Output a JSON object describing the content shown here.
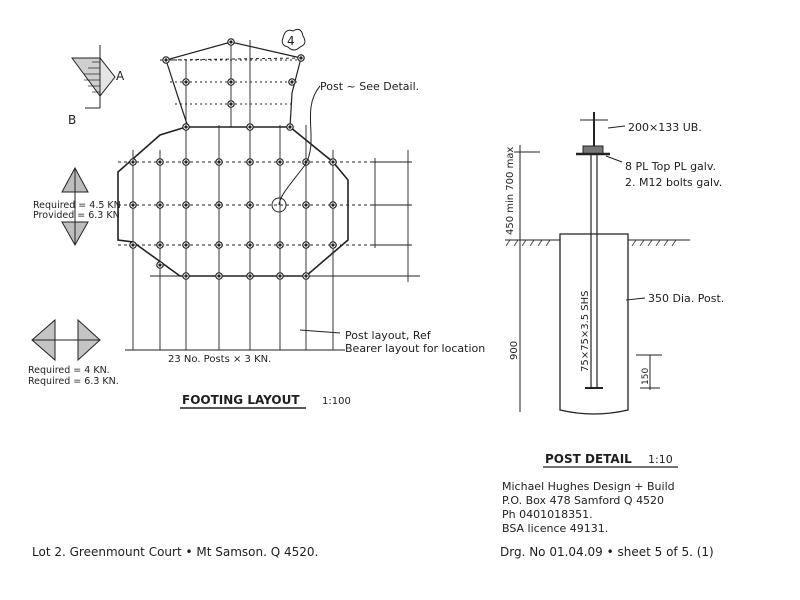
{
  "footing_layout": {
    "title": "FOOTING LAYOUT",
    "scale": "1:100",
    "marker": "4",
    "post_note": "Post ~ See Detail.",
    "layout_note_line1": "Post layout, Ref",
    "layout_note_line2": "Bearer layout for location",
    "posts_note": "23 No. Posts × 3 KN."
  },
  "section_labels": {
    "a": "A",
    "b": "B"
  },
  "vertical_load": {
    "required": "Required = 4.5 KN",
    "provided": "Provided = 6.3 KN"
  },
  "horizontal_load": {
    "required": "Required = 4 KN.",
    "provided": "Required = 6.3 KN."
  },
  "post_detail": {
    "title": "POST DETAIL",
    "scale": "1:10",
    "beam": "200×133 UB.",
    "plate_line1": "8 PL Top PL galv.",
    "plate_line2": "2. M12 bolts galv.",
    "dim_height": "450 min 700 max",
    "member": "75×75×3.5 SHS",
    "pier": "350 Dia. Post.",
    "depth": "900",
    "embed": "150"
  },
  "designer": {
    "line1": "Michael Hughes Design + Build",
    "line2": "P.O. Box 478 Samford Q 4520",
    "line3": "Ph 0401018351.",
    "line4": "BSA licence 49131."
  },
  "site": {
    "address": "Lot 2. Greenmount Court • Mt Samson. Q 4520."
  },
  "drawing": {
    "number": "Drg. No 01.04.09 • sheet 5 of 5. (1)"
  }
}
